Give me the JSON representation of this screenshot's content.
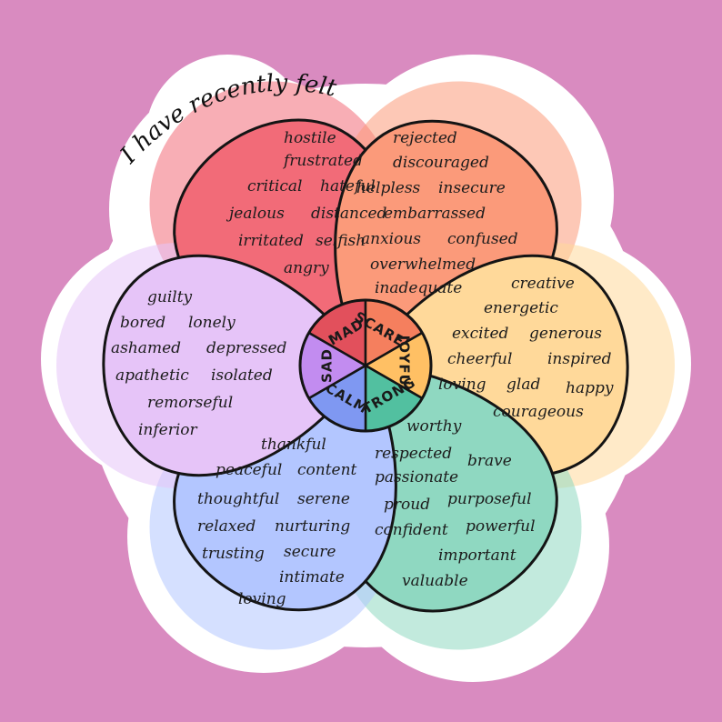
{
  "title": "I have recently felt",
  "colors": {
    "background": "#d98bc0",
    "sticker": "#ffffff",
    "outline": "#141414"
  },
  "petals": [
    {
      "id": "mad",
      "center_label": "MAD",
      "color": "#f26b78",
      "center_color": "#e2505c",
      "words": [
        "hostile",
        "frustrated",
        "critical",
        "hateful",
        "jealous",
        "distanced",
        "irritated",
        "selfish",
        "angry"
      ]
    },
    {
      "id": "scared",
      "center_label": "SCARED",
      "color": "#fb9a7a",
      "center_color": "#f57f5e",
      "words": [
        "rejected",
        "discouraged",
        "helpless",
        "insecure",
        "embarrassed",
        "anxious",
        "confused",
        "overwhelmed",
        "inadequate"
      ]
    },
    {
      "id": "joyful",
      "center_label": "JOYFUL",
      "color": "#ffd99a",
      "center_color": "#ffc064",
      "words": [
        "creative",
        "energetic",
        "excited",
        "generous",
        "cheerful",
        "inspired",
        "loving",
        "glad",
        "happy",
        "courageous"
      ]
    },
    {
      "id": "strong",
      "center_label": "STRONG",
      "color": "#8fd8c1",
      "center_color": "#52c0a0",
      "words": [
        "worthy",
        "respected",
        "brave",
        "passionate",
        "proud",
        "purposeful",
        "confident",
        "powerful",
        "important",
        "valuable"
      ]
    },
    {
      "id": "calm",
      "center_label": "CALM",
      "color": "#b3c6ff",
      "center_color": "#7f98f2",
      "words": [
        "thankful",
        "peaceful",
        "content",
        "thoughtful",
        "serene",
        "relaxed",
        "nurturing",
        "trusting",
        "secure",
        "intimate",
        "loving"
      ]
    },
    {
      "id": "sad",
      "center_label": "SAD",
      "color": "#e6c4f8",
      "center_color": "#c28cf0",
      "words": [
        "guilty",
        "bored",
        "lonely",
        "ashamed",
        "depressed",
        "apathetic",
        "isolated",
        "remorseful",
        "inferior"
      ]
    }
  ]
}
